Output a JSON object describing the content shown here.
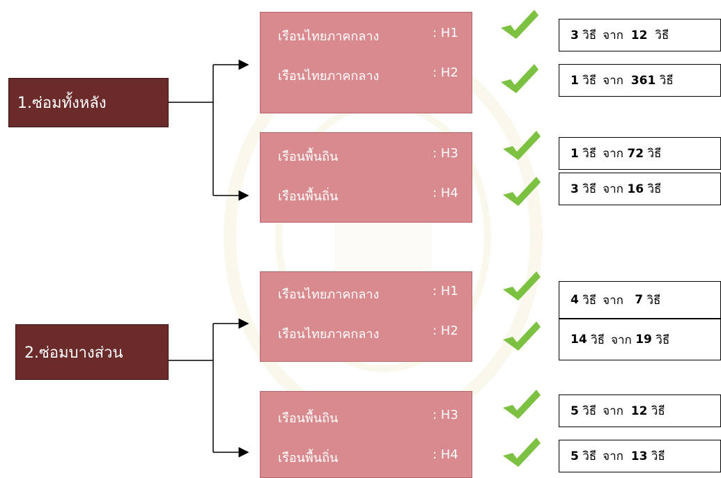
{
  "categories": [
    {
      "label": "1.ซ่อมทั้งหลัง",
      "groups": [
        {
          "rows": [
            {
              "name": "เรือนไทยภาคกลาง",
              "code": ": H1",
              "result": {
                "a": "3",
                "unit1": "วิธี",
                "from": "จาก",
                "b": "12",
                "unit2": "วิธี"
              }
            },
            {
              "name": "เรือนไทยภาคกลาง",
              "code": ": H2",
              "result": {
                "a": "1",
                "unit1": "วิธี",
                "from": "จาก",
                "b": "361",
                "unit2": "วิธี"
              }
            }
          ]
        },
        {
          "rows": [
            {
              "name": "เรือนพื้นถิน",
              "code": ": H3",
              "result": {
                "a": "1",
                "unit1": "วิธี",
                "from": "จาก",
                "b": "72",
                "unit2": "วิธี"
              }
            },
            {
              "name": "เรือนพื้นถิ่น",
              "code": ": H4",
              "result": {
                "a": "3",
                "unit1": "วิธี",
                "from": "จาก",
                "b": "16",
                "unit2": "วิธี"
              }
            }
          ]
        }
      ]
    },
    {
      "label": "2.ซ่อมบางส่วน",
      "groups": [
        {
          "rows": [
            {
              "name": "เรือนไทยภาคกลาง",
              "code": ": H1",
              "result": {
                "a": "4",
                "unit1": "วิธี",
                "from": "จาก",
                "b": "7",
                "unit2": "วิธี"
              }
            },
            {
              "name": "เรือนไทยภาคกลาง",
              "code": ": H2",
              "result": {
                "a": "14",
                "unit1": "วิธี",
                "from": "จาก",
                "b": "19",
                "unit2": "วิธี"
              }
            }
          ]
        },
        {
          "rows": [
            {
              "name": "เรือนพื้นถิน",
              "code": ": H3",
              "result": {
                "a": "5",
                "unit1": "วิธี",
                "from": "จาก",
                "b": "12",
                "unit2": "วิธี"
              }
            },
            {
              "name": "เรือนพื้นถิ่น",
              "code": ": H4",
              "result": {
                "a": "5",
                "unit1": "วิธี",
                "from": "จาก",
                "b": "13",
                "unit2": "วิธี"
              }
            }
          ]
        }
      ]
    }
  ],
  "colors": {
    "category_box": "#6b2b2b",
    "group_box": "#d98a8e",
    "check": "#7dc142",
    "connector": "#000000"
  },
  "icons": {
    "check": "checkmark-icon"
  }
}
